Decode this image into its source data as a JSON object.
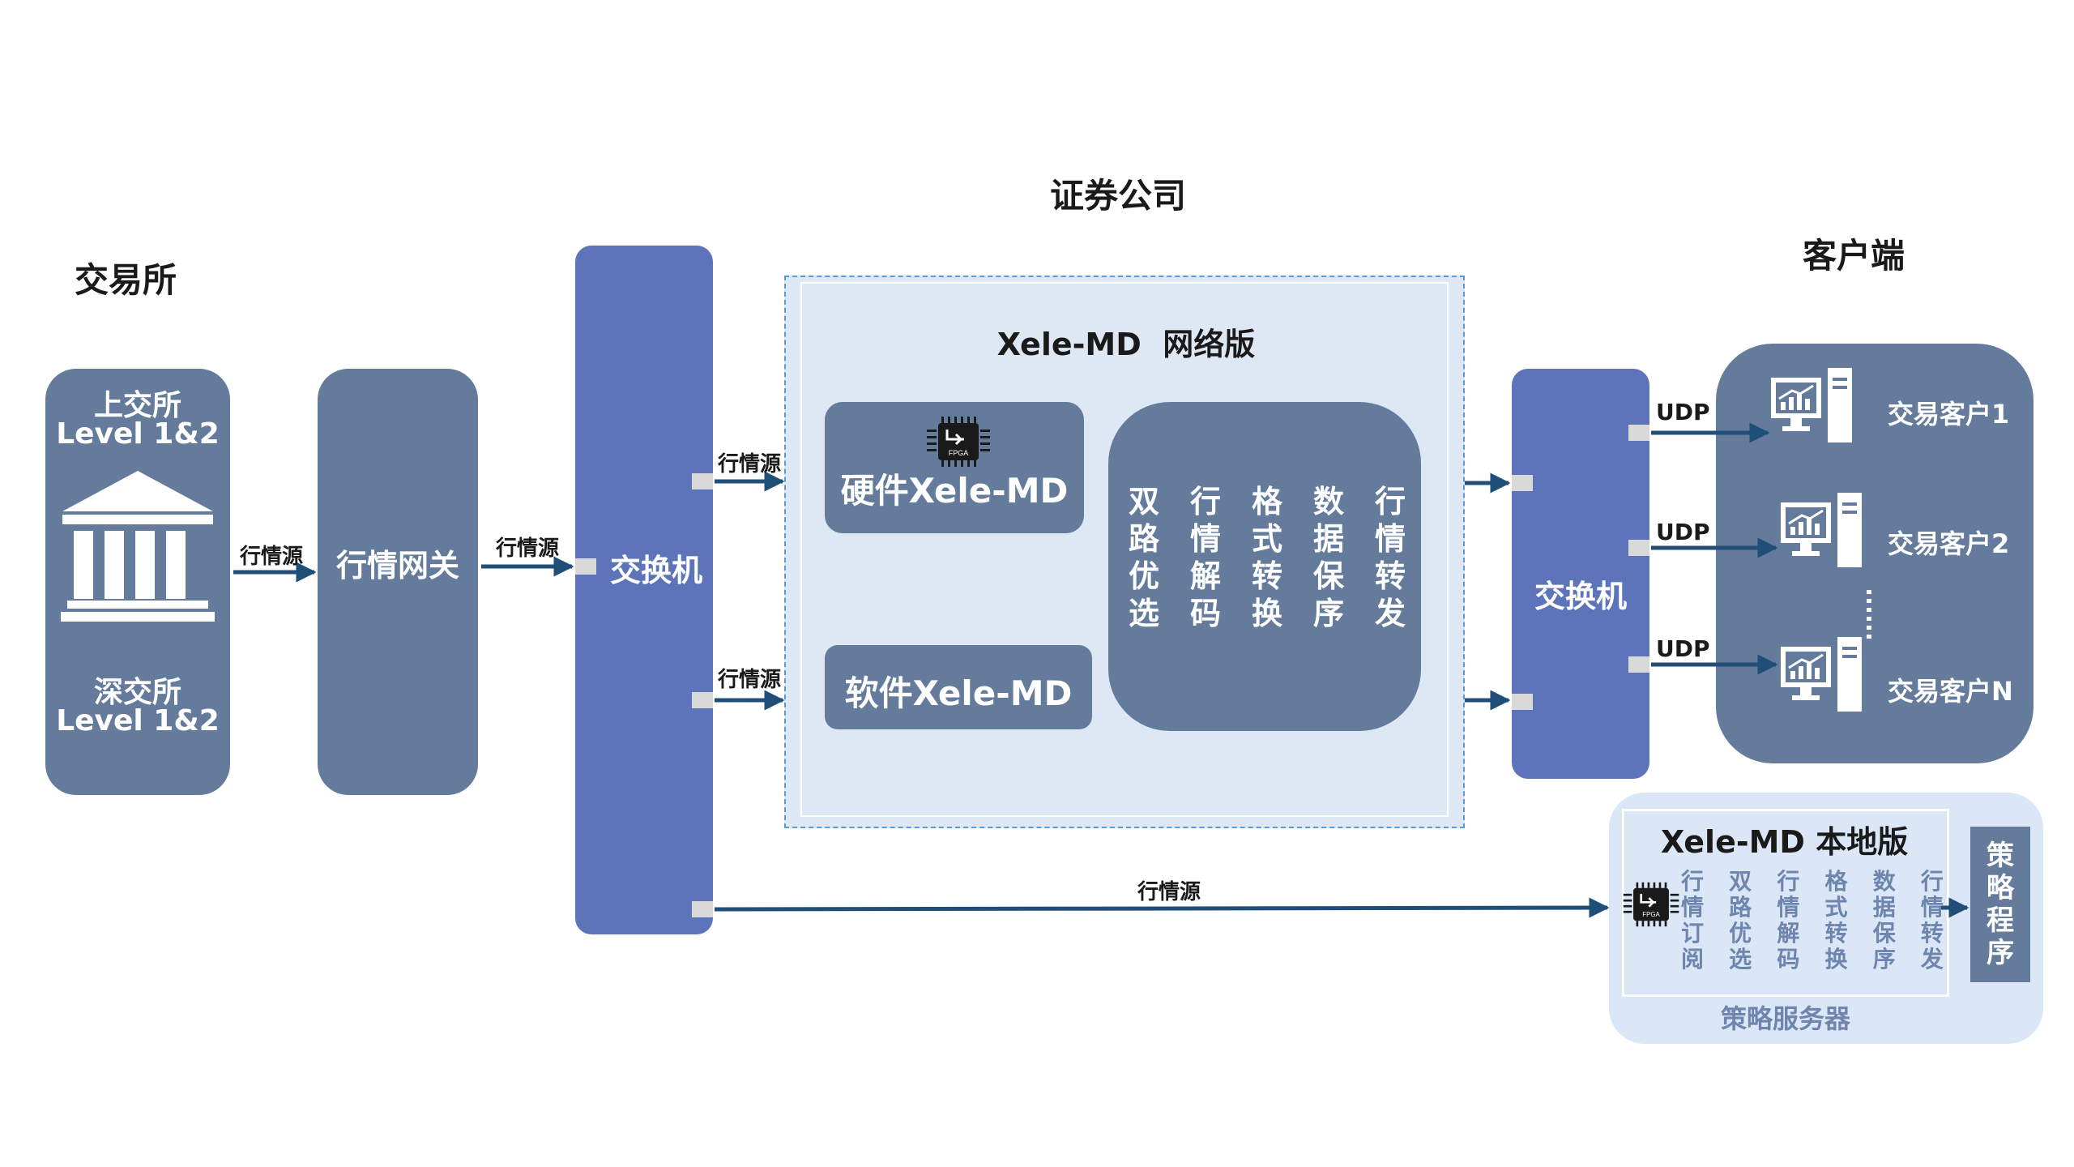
{
  "headings": {
    "exchange": "交易所",
    "broker": "证券公司",
    "client": "客户端"
  },
  "exchange_box": {
    "sse_name": "上交所",
    "sse_level": "Level 1&2",
    "szse_name": "深交所",
    "szse_level": "Level 1&2",
    "icon": "bank-building-icon"
  },
  "gateway": {
    "label": "行情网关"
  },
  "switch1": {
    "label": "交换机"
  },
  "switch2": {
    "label": "交换机"
  },
  "arrows": {
    "exchange_to_gateway": "行情源",
    "gateway_to_switch": "行情源",
    "switch_to_hw": "行情源",
    "switch_to_sw": "行情源",
    "switch_to_local": "行情源"
  },
  "network_edition": {
    "title": "Xele-MD  网络版",
    "hardware": "硬件Xele-MD",
    "software": "软件Xele-MD",
    "chip_icon": "fpga-chip-icon",
    "chip_text": "FPGA",
    "functions": [
      [
        "双",
        "路",
        "优",
        "选"
      ],
      [
        "行",
        "情",
        "解",
        "码"
      ],
      [
        "格",
        "式",
        "转",
        "换"
      ],
      [
        "数",
        "据",
        "保",
        "序"
      ],
      [
        "行",
        "情",
        "转",
        "发"
      ]
    ]
  },
  "clients": {
    "protocol": "UDP",
    "items": [
      "交易客户1",
      "交易客户2",
      "交易客户N"
    ],
    "icon": "computer-chart-icon"
  },
  "local_edition": {
    "title": "Xele-MD 本地版",
    "server_label": "策略服务器",
    "strategy": [
      "策",
      "略",
      "程",
      "序"
    ],
    "chip_icon": "fpga-chip-icon",
    "chip_text": "FPGA",
    "functions": [
      [
        "行",
        "情",
        "订",
        "阅"
      ],
      [
        "双",
        "路",
        "优",
        "选"
      ],
      [
        "行",
        "情",
        "解",
        "码"
      ],
      [
        "格",
        "式",
        "转",
        "换"
      ],
      [
        "数",
        "据",
        "保",
        "序"
      ],
      [
        "行",
        "情",
        "转",
        "发"
      ]
    ]
  },
  "colors": {
    "gray_box": "#647b9c",
    "switch_blue": "#5e74ba",
    "panel_light": "#dde8f4",
    "local_panel": "#dbe6f6",
    "arrow": "#1f4e79"
  }
}
